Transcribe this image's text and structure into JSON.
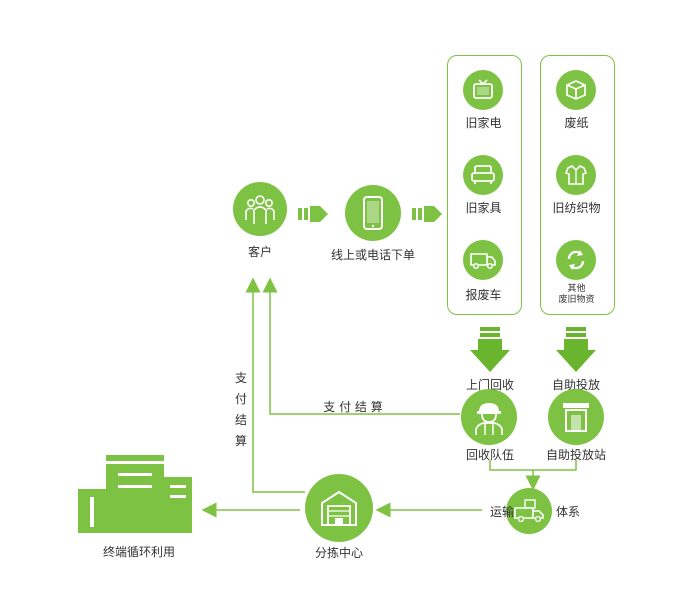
{
  "nodes": {
    "customer": "客户",
    "order": "线上或电话下单",
    "old_appliance": "旧家电",
    "old_furniture": "旧家具",
    "scrap_car": "报废车",
    "waste_paper": "废纸",
    "old_textile": "旧纺织物",
    "other_line1": "其他",
    "other_line2": "废旧物资",
    "door_recycle": "上门回收",
    "self_drop": "自助投放",
    "recycle_team": "回收队伍",
    "drop_station": "自助投放站",
    "transport_left": "运输",
    "transport_right": "体系",
    "sorting_center": "分拣中心",
    "terminal": "终端循环利用"
  },
  "payment": {
    "horizontal": "支 付 结 算",
    "vertical": [
      "支",
      "付",
      "结",
      "算"
    ]
  },
  "colors": {
    "accent": "#7dc243",
    "arrow_dark": "#6ab52e",
    "text": "#333333"
  },
  "icons": {
    "customer": "people-group-icon",
    "order": "smartphone-icon",
    "old_appliance": "tv-icon",
    "old_furniture": "sofa-icon",
    "scrap_car": "van-icon",
    "waste_paper": "box-icon",
    "old_textile": "shirt-icon",
    "other": "recycle-icon",
    "recycle_team": "worker-helmet-icon",
    "drop_station": "drop-station-icon",
    "transport": "delivery-truck-icon",
    "sorting_center": "warehouse-icon",
    "terminal": "factory-icon"
  }
}
